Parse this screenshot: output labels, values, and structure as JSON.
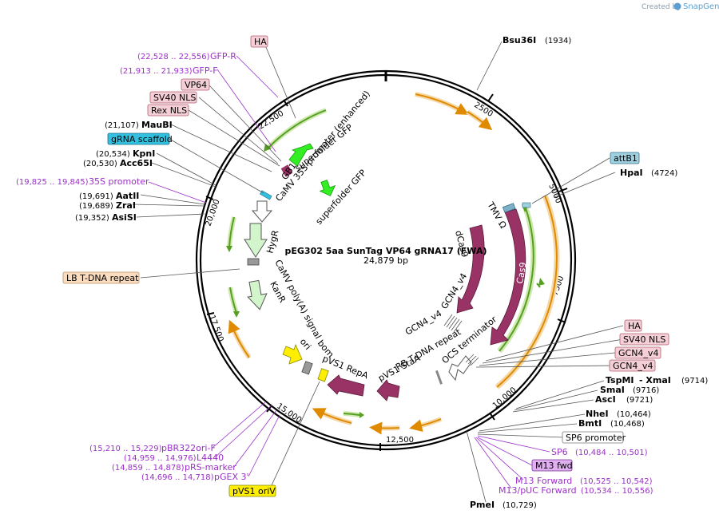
{
  "credit": {
    "prefix": "Created by",
    "brand": "SnapGene"
  },
  "plasmid": {
    "name": "pEG302 5aa SunTag VP64 gRNA17 (FWA)",
    "size": "24,879 bp"
  },
  "ticks": [
    "2500",
    "5000",
    "7500",
    "10,000",
    "12,500",
    "15,000",
    "17,500",
    "20,000",
    "22,500"
  ],
  "left_labels": [
    {
      "text": "HA",
      "style": "pink-box"
    },
    {
      "pos": "(22,528 .. 22,556)",
      "text": "GFP-R",
      "style": "purple"
    },
    {
      "pos": "(21,913 .. 21,933)",
      "text": "GFP-F",
      "style": "purple"
    },
    {
      "text": "VP64",
      "style": "pink-box"
    },
    {
      "text": "SV40 NLS",
      "style": "pink-box"
    },
    {
      "text": "Rex NLS",
      "style": "pink-box"
    },
    {
      "pos": "(21,107)",
      "text": "MauBI",
      "style": "bold"
    },
    {
      "text": "gRNA scaffold",
      "style": "cyan-box"
    },
    {
      "pos": "(20,534)",
      "text": "KpnI",
      "style": "bold"
    },
    {
      "pos": "(20,530)",
      "text": "Acc65I",
      "style": "bold"
    },
    {
      "pos": "(19,825 .. 19,845)",
      "text": "35S promoter",
      "style": "purple"
    },
    {
      "pos": "(19,691)",
      "text": "AatII",
      "style": "bold"
    },
    {
      "pos": "(19,689)",
      "text": "ZraI",
      "style": "bold"
    },
    {
      "pos": "(19,352)",
      "text": "AsiSI",
      "style": "bold"
    },
    {
      "text": "LB T-DNA repeat",
      "style": "peach-box"
    },
    {
      "pos": "(15,210 .. 15,229)",
      "text": "pBR322ori-F",
      "style": "purple"
    },
    {
      "pos": "(14,959 .. 14,976)",
      "text": "L4440",
      "style": "purple"
    },
    {
      "pos": "(14,859 .. 14,878)",
      "text": "pRS-marker",
      "style": "purple"
    },
    {
      "pos": "(14,696 .. 14,718)",
      "text": "pGEX 3'",
      "style": "purple"
    },
    {
      "text": "pVS1 oriV",
      "style": "yellow-box"
    }
  ],
  "right_labels": [
    {
      "text": "Bsu36I",
      "pos": "(1934)",
      "style": "bold"
    },
    {
      "text": "attB1",
      "style": "blue-box"
    },
    {
      "text": "HpaI",
      "pos": "(4724)",
      "style": "bold"
    },
    {
      "text": "HA",
      "style": "pink-box"
    },
    {
      "text": "SV40 NLS",
      "style": "pink-box"
    },
    {
      "text": "GCN4_v4",
      "style": "pink-box"
    },
    {
      "text": "GCN4_v4",
      "style": "pink-box"
    },
    {
      "text": "TspMI",
      "style": "bold"
    },
    {
      "text": "- XmaI",
      "pos": "(9714)",
      "style": "bold"
    },
    {
      "text": "SmaI",
      "pos": "(9716)",
      "style": "bold"
    },
    {
      "text": "AscI",
      "pos": "(9721)",
      "style": "bold"
    },
    {
      "text": "NheI",
      "pos": "(10,464)",
      "style": "bold"
    },
    {
      "text": "BmtI",
      "pos": "(10,468)",
      "style": "bold"
    },
    {
      "text": "SP6 promoter",
      "style": "white-box"
    },
    {
      "text": "SP6",
      "pos": "(10,484 .. 10,501)",
      "style": "purple"
    },
    {
      "text": "M13 fwd",
      "style": "purple-box"
    },
    {
      "text": "M13 Forward",
      "pos": "(10,525 .. 10,542)",
      "style": "purple"
    },
    {
      "text": "M13/pUC Forward",
      "pos": "(10,534 .. 10,556)",
      "style": "purple"
    },
    {
      "text": "PmeI",
      "pos": "(10,729)",
      "style": "bold"
    }
  ],
  "inner_labels": {
    "superfolder_gfp_1": "superfolder GFP",
    "camv_35s_enh": "CaMV 35S promoter (enhanced)",
    "superfolder_gfp_2": "superfolder GFP",
    "gb1": "GB1",
    "hygr": "HygR",
    "camv_polya": "CaMV poly(A) signal",
    "kanr": "KanR",
    "ori": "ori",
    "bom": "bom",
    "pvs1_repa": "pVS1 RepA",
    "pvs1_staa": "pVS1 StaA",
    "rb_tdna": "RB T-DNA repeat",
    "ocs_term": "OCS terminator",
    "gcn4_a": "GCN4_v4",
    "gcn4_b": "GCN4_v4",
    "dcas9": "dCas9",
    "tmv": "TMV Ω",
    "cas9": "Cas9"
  }
}
